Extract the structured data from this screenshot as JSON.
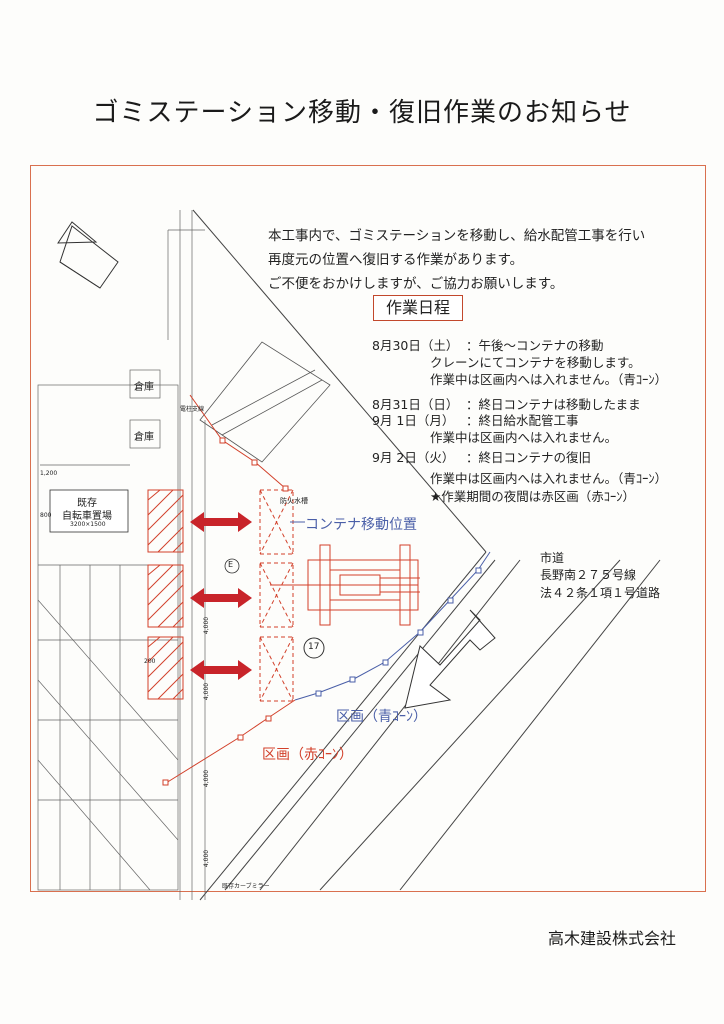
{
  "title": "ゴミステーション移動・復旧作業のお知らせ",
  "notice": {
    "line1": "本工事内で、ゴミステーションを移動し、給水配管工事を行い",
    "line2": "再度元の位置へ復旧する作業があります。",
    "line3": "ご不便をおかけしますが、ご協力お願いします。"
  },
  "schedule": {
    "title": "作業日程",
    "rows": [
      {
        "date": "8月30日（土）",
        "text": "：午後～コンテナの移動"
      },
      {
        "date": "",
        "text": "クレーンにてコンテナを移動します。"
      },
      {
        "date": "",
        "text": "作業中は区画内へは入れません。（青ｺｰﾝ）"
      },
      {
        "date": "8月31日（日）",
        "text": "：終日コンテナは移動したまま"
      },
      {
        "date": "9月 1日（月）",
        "text": "：終日給水配管工事"
      },
      {
        "date": "",
        "text": "作業中は区画内へは入れません。"
      },
      {
        "date": "9月 2日（火）",
        "text": "：終日コンテナの復旧"
      },
      {
        "date": "",
        "text": "作業中は区画内へは入れません。（青ｺｰﾝ）"
      },
      {
        "date": "",
        "text": "★作業期間の夜間は赤区画（赤ｺｰﾝ）"
      }
    ]
  },
  "map": {
    "road_label1": "市道",
    "road_label2": "長野南２７５号線",
    "road_label3": "法４２条１項１号道路",
    "container_move_label": "コンテナ移動位置",
    "zone_blue_label": "区画（青ｺｰﾝ）",
    "zone_red_label": "区画（赤ｺｰﾝ）",
    "bike_parking_line1": "既存",
    "bike_parking_line2": "自転車置場",
    "bike_parking_size": "3200×1500",
    "storage1": "倉庫",
    "storage2": "倉庫",
    "pole_label": "電柱支線",
    "hydrant_label": "防火水槽",
    "curve_mirror_label": "既存カーブミラー",
    "circle_number": "17",
    "circle_letter": "E",
    "dim1": "4,000",
    "dim2": "4,000",
    "dim3": "4,000",
    "dim4": "4,000",
    "dim_1200": "1,200",
    "dim_800": "800",
    "dim_200": "200"
  },
  "company": "高木建設株式会社",
  "colors": {
    "red": "#d2402a",
    "blue": "#4a5fa8",
    "frame": "#d9704f"
  }
}
